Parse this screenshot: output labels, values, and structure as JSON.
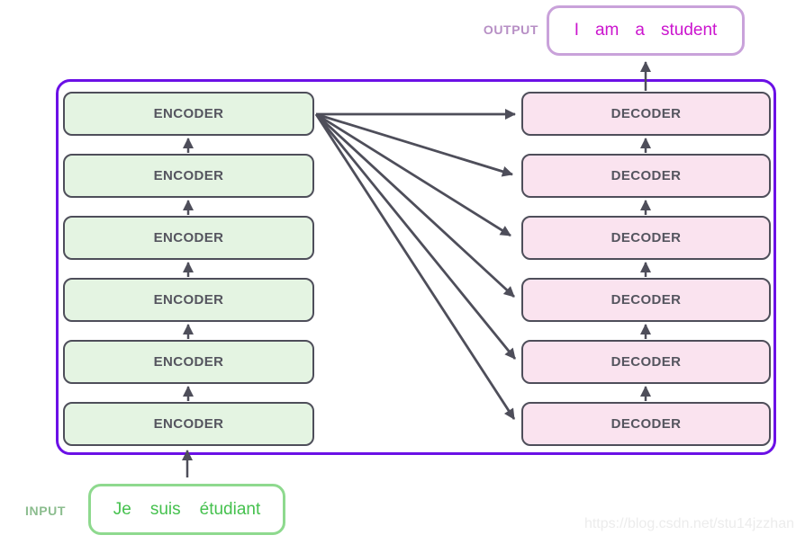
{
  "output": {
    "label": "OUTPUT",
    "words": [
      "I",
      "am",
      "a",
      "student"
    ]
  },
  "input": {
    "label": "INPUT",
    "words": [
      "Je",
      "suis",
      "étudiant"
    ]
  },
  "encoder_stack": {
    "items": [
      "ENCODER",
      "ENCODER",
      "ENCODER",
      "ENCODER",
      "ENCODER",
      "ENCODER"
    ]
  },
  "decoder_stack": {
    "items": [
      "DECODER",
      "DECODER",
      "DECODER",
      "DECODER",
      "DECODER",
      "DECODER"
    ]
  },
  "watermark": "https://blog.csdn.net/stu14jzzhan",
  "colors": {
    "container_border": "#6b10e6",
    "box_border_and_arrows": "#4e4e5a",
    "encoder_fill": "#e4f4e2",
    "decoder_fill": "#fae3ef",
    "output_box_border": "#c9a2da",
    "output_text": "#cb15ce",
    "output_label": "#b78fc5",
    "input_box_border": "#8ed98e",
    "input_text": "#45c14e",
    "input_label": "#8cbd8f",
    "watermark_text": "#ececec"
  }
}
